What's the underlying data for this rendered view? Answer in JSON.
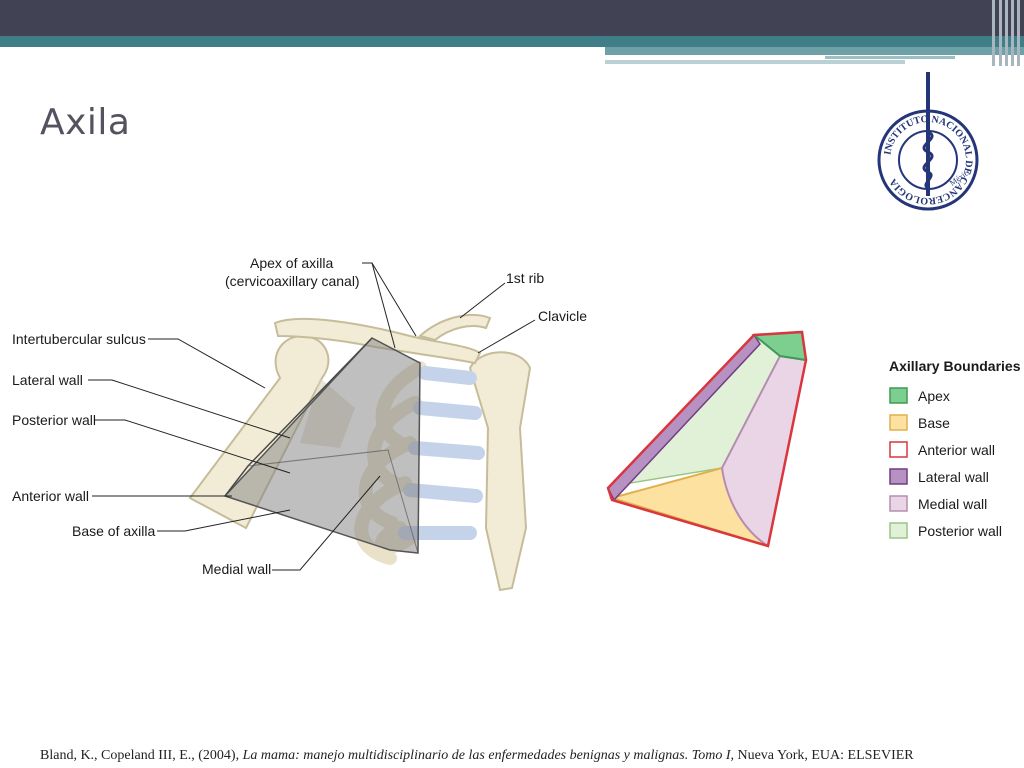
{
  "slide": {
    "title": "Axila",
    "citation": {
      "authors": "Bland, K., Copeland III, E., (2004),",
      "book": "La mama: manejo multidisciplinario de las enfermedades benignas y malignas. Tomo I,",
      "publisher": "Nueva York, EUA: ELSEVIER"
    }
  },
  "seal": {
    "text": "INSTITUTO NACIONAL DE CANCEROLOGIA",
    "sub": "México"
  },
  "anatomy_labels": {
    "apex": "Apex of axilla",
    "apex_sub": "(cervicoaxillary canal)",
    "first_rib": "1st rib",
    "clavicle": "Clavicle",
    "intertubercular": "Intertubercular sulcus",
    "lateral_wall": "Lateral wall",
    "posterior_wall": "Posterior wall",
    "anterior_wall": "Anterior wall",
    "base": "Base of axilla",
    "medial_wall": "Medial wall"
  },
  "legend": {
    "title": "Axillary Boundaries",
    "items": [
      {
        "label": "Apex",
        "fill": "#7ccf8e",
        "stroke": "#3f9a57"
      },
      {
        "label": "Base",
        "fill": "#fde1a0",
        "stroke": "#e1b04c"
      },
      {
        "label": "Anterior wall",
        "fill": "#ffffff",
        "stroke": "#d9363e"
      },
      {
        "label": "Lateral wall",
        "fill": "#b791c1",
        "stroke": "#6e3e82"
      },
      {
        "label": "Medial wall",
        "fill": "#ead5e6",
        "stroke": "#b58db0"
      },
      {
        "label": "Posterior wall",
        "fill": "#e1f1d7",
        "stroke": "#9cc487"
      }
    ]
  }
}
